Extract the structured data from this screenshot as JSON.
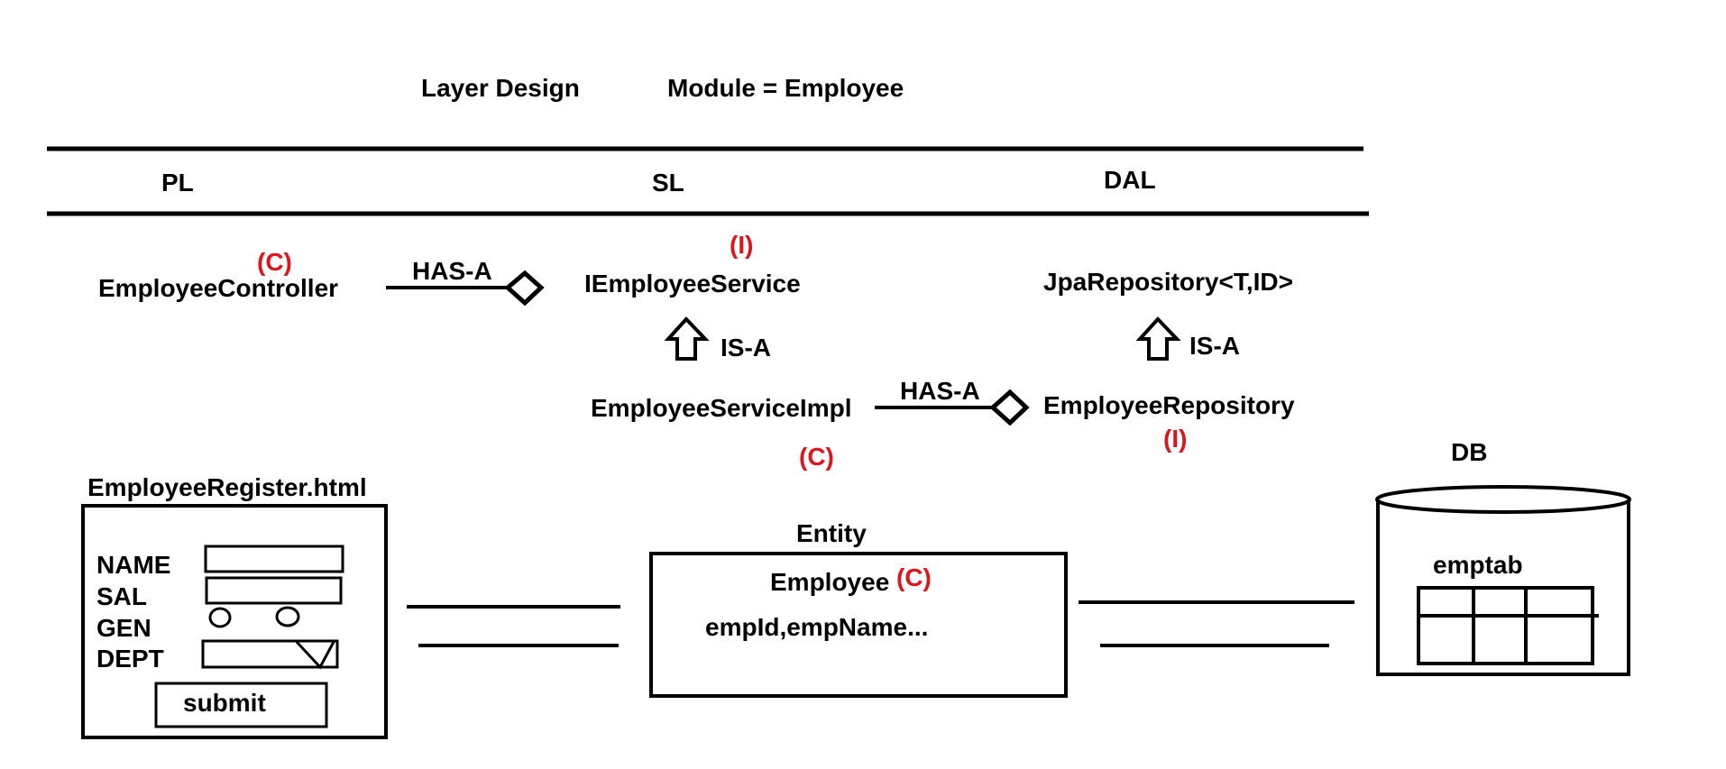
{
  "header": {
    "title": "Layer Design",
    "module": "Module = Employee"
  },
  "layers": {
    "pl": "PL",
    "sl": "SL",
    "dal": "DAL"
  },
  "classes": {
    "controller": {
      "name": "EmployeeController",
      "tag": "(C)"
    },
    "service_interface": {
      "name": "IEmployeeService",
      "tag": "(I)"
    },
    "service_impl": {
      "name": "EmployeeServiceImpl",
      "tag": "(C)"
    },
    "jpa_repository": {
      "name": "JpaRepository<T,ID>"
    },
    "repository": {
      "name": "EmployeeRepository",
      "tag": "(I)"
    }
  },
  "relations": {
    "controller_service": "HAS-A",
    "impl_repository": "HAS-A",
    "impl_isa": "IS-A",
    "repo_isa": "IS-A"
  },
  "form": {
    "title": "EmployeeRegister.html",
    "fields": [
      "NAME",
      "SAL",
      "GEN",
      "DEPT"
    ],
    "submit": "submit"
  },
  "entity": {
    "heading": "Entity",
    "name": "Employee",
    "tag": "(C)",
    "fields": "empId,empName..."
  },
  "db": {
    "label": "DB",
    "table": "emptab"
  }
}
